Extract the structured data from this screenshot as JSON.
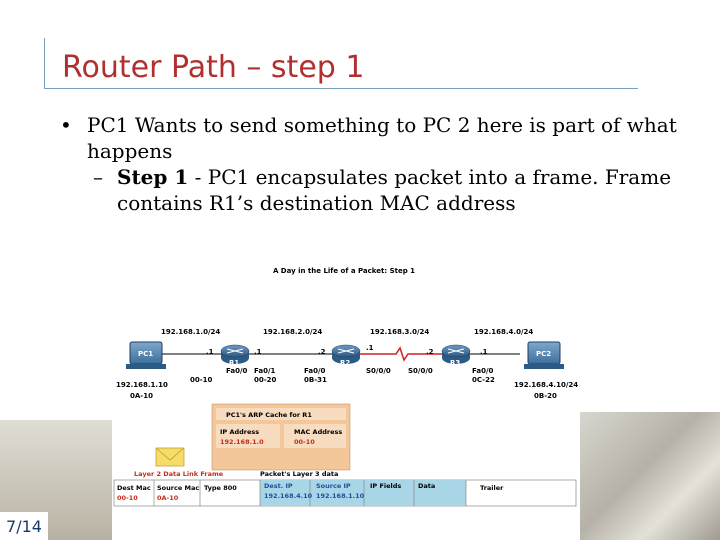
{
  "slide": {
    "title": "Router Path – step 1",
    "bullet_marker": "•",
    "bullet_1": "PC1 Wants to send something to PC 2 here is part of what happens",
    "sub_marker": "–",
    "sub_bold": "Step 1",
    "sub_text": " - PC1 encapsulates packet into a frame. Frame contains R1’s destination MAC address",
    "page_number": "7/14"
  },
  "diagram": {
    "title": "A Day in the Life of a Packet: Step 1",
    "networks": [
      "192.168.1.0/24",
      "192.168.2.0/24",
      "192.168.3.0/24",
      "192.168.4.0/24"
    ],
    "pc1_label": "PC1",
    "pc2_label": "PC2",
    "r1_label": "R1",
    "r2_label": "R2",
    "r3_label": "R3",
    "pc1_host": ".1",
    "r1_left": ".1",
    "r1_right": ".2",
    "r2_left": ".1",
    "r2_right": ".2",
    "r3_right": ".1",
    "r1_fa00": "Fa0/0",
    "r1_fa00_mac": "00-10",
    "r1_fa01": "Fa0/1",
    "r1_fa01_mac": "00-20",
    "r2_fa00": "Fa0/0",
    "r2_fa00_mac": "0B-31",
    "r2_s000": "S0/0/0",
    "r3_s000": "S0/0/0",
    "r3_fa00": "Fa0/0",
    "r3_fa00_mac": "0C-22",
    "pc1_ip": "192.168.1.10",
    "pc1_mac": "0A-10",
    "pc2_ip": "192.168.4.10/24",
    "pc2_mac": "0B-20",
    "arp": {
      "title": "PC1's ARP Cache for R1",
      "ip_header": "IP Address",
      "ip_value": "192.168.1.0",
      "mac_header": "MAC Address",
      "mac_value": "00-10"
    },
    "frame": {
      "l2_label": "Layer 2 Data Link Frame",
      "l3_label": "Packet's Layer 3 data",
      "dest_mac_h": "Dest Mac",
      "dest_mac_v": "00-10",
      "src_mac_h": "Source Mac",
      "src_mac_v": "0A-10",
      "type": "Type 800",
      "dest_ip_h": "Dest. IP",
      "dest_ip_v": "192.168.4.10",
      "src_ip_h": "Source IP",
      "src_ip_v": "192.168.1.10",
      "ip_fields": "IP Fields",
      "data": "Data",
      "trailer": "Trailer"
    }
  },
  "colors": {
    "title": "#b03030",
    "rule": "#7a9fbf",
    "red_text": "#c0301e",
    "blue_text": "#1f4fa0",
    "arp_bg": "#f3c79a",
    "l3_bg": "#a8d6e6"
  }
}
